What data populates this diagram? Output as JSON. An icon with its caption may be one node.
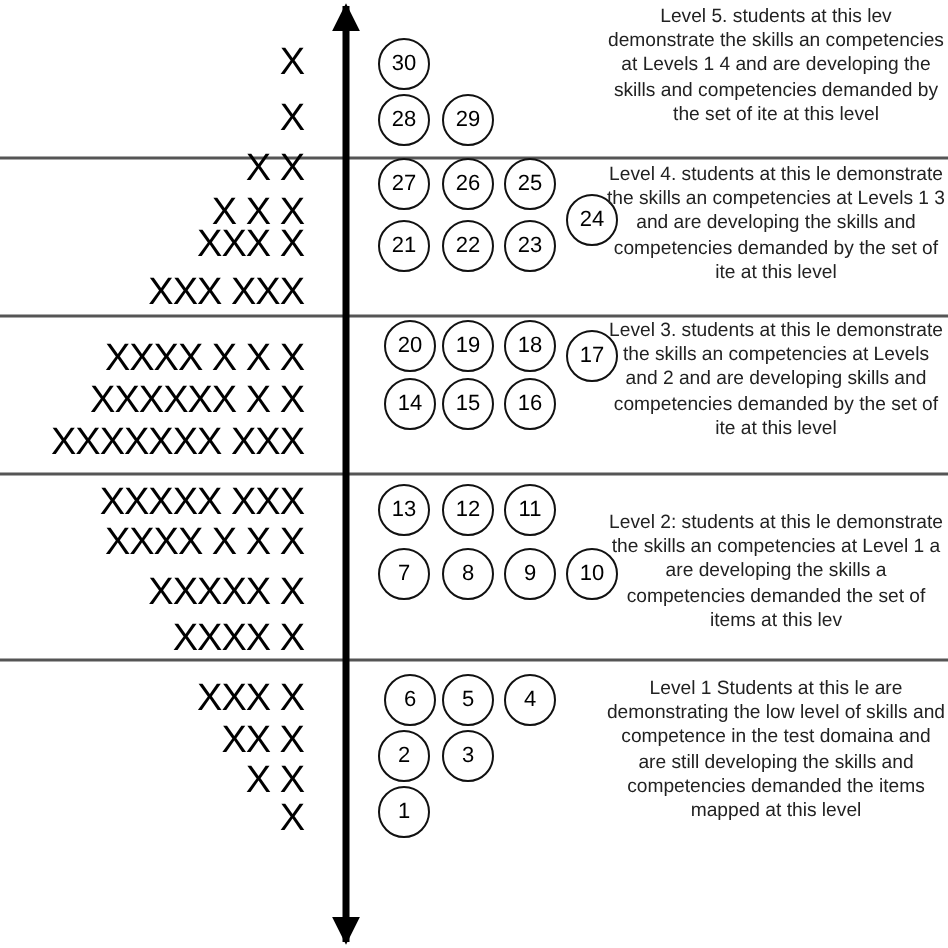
{
  "diagram": {
    "nodes": [
      {
        "text": [
          "30"
        ]
      },
      {
        "text": [
          "28"
        ]
      },
      {
        "text": [
          "29"
        ]
      },
      {
        "text": [
          "27"
        ]
      },
      {
        "text": [
          "26"
        ]
      },
      {
        "text": [
          "25"
        ]
      },
      {
        "text": [
          "24"
        ]
      },
      {
        "text": [
          "21"
        ]
      },
      {
        "text": [
          "22"
        ]
      },
      {
        "text": [
          "23"
        ]
      },
      {
        "text": [
          "20"
        ]
      },
      {
        "text": [
          "19"
        ]
      },
      {
        "text": [
          "18"
        ]
      },
      {
        "text": [
          "17"
        ]
      },
      {
        "text": [
          "14"
        ]
      },
      {
        "text": [
          "15"
        ]
      },
      {
        "text": [
          "16"
        ]
      },
      {
        "text": [
          "13"
        ]
      },
      {
        "text": [
          "12"
        ]
      },
      {
        "text": [
          "11"
        ]
      },
      {
        "text": [
          "7"
        ]
      },
      {
        "text": [
          "8"
        ]
      },
      {
        "text": [
          "9"
        ]
      },
      {
        "text": [
          "10"
        ]
      },
      {
        "text": [
          "6"
        ]
      },
      {
        "text": [
          "5"
        ]
      },
      {
        "text": [
          "4"
        ]
      },
      {
        "text": [
          "2"
        ]
      },
      {
        "text": [
          "3"
        ]
      },
      {
        "text": [
          "1"
        ]
      }
    ],
    "labels": [
      "X",
      "X",
      "Level 5. students at this lev demonstrate the skills an competencies at Levels 1 4 and are developing the skills and competencies demanded by the set of ite at this level",
      "X X",
      "X X X",
      "XXX X",
      "XXX XXX",
      "Level 4. students at this le demonstrate the skills an competencies at Levels 1 3 and are developing the skills and competencies demanded by the set of ite at this level",
      "XXXX X X X",
      "XXXXXX X X",
      "XXXXXXX XXX",
      "Level 3. students at this le demonstrate the skills an competencies at Levels and 2 and are developing skills and competencies demanded by the set of ite at this level",
      "XXXXX XXX",
      "XXXX X X X",
      "XXXXX X",
      "XXXX X",
      "Level 2: students at this le demonstrate the skills an competencies at Level 1 a are developing the skills a competencies demanded the set of items at this lev",
      "XXX X",
      "XX X",
      "X X",
      "X",
      "Level 1 Students at this le are demonstrating the low level of skills and competence in the test domaina and are still developing the skills and competencies demanded the items mapped at this level"
    ]
  }
}
